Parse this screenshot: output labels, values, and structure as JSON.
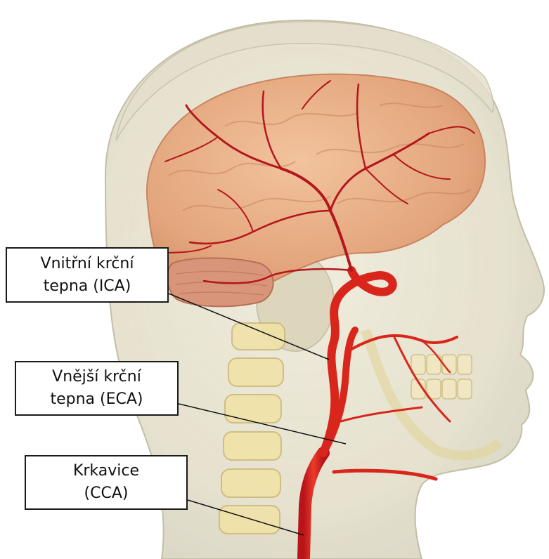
{
  "labels": {
    "ica": {
      "line1": "Vnitřní krční",
      "line2": "tepna (ICA)"
    },
    "eca": {
      "line1": "Vnější krční",
      "line2": "tepna (ECA)"
    },
    "cca": {
      "line1": "Krkavice",
      "line2": "(CCA)"
    }
  },
  "colors": {
    "artery": "#d8261c",
    "artery_dark": "#a5141a",
    "brain": "#e9b38a",
    "head": "#d9d3b8",
    "bone": "#f1e2a5",
    "leader_line": "#111111"
  }
}
